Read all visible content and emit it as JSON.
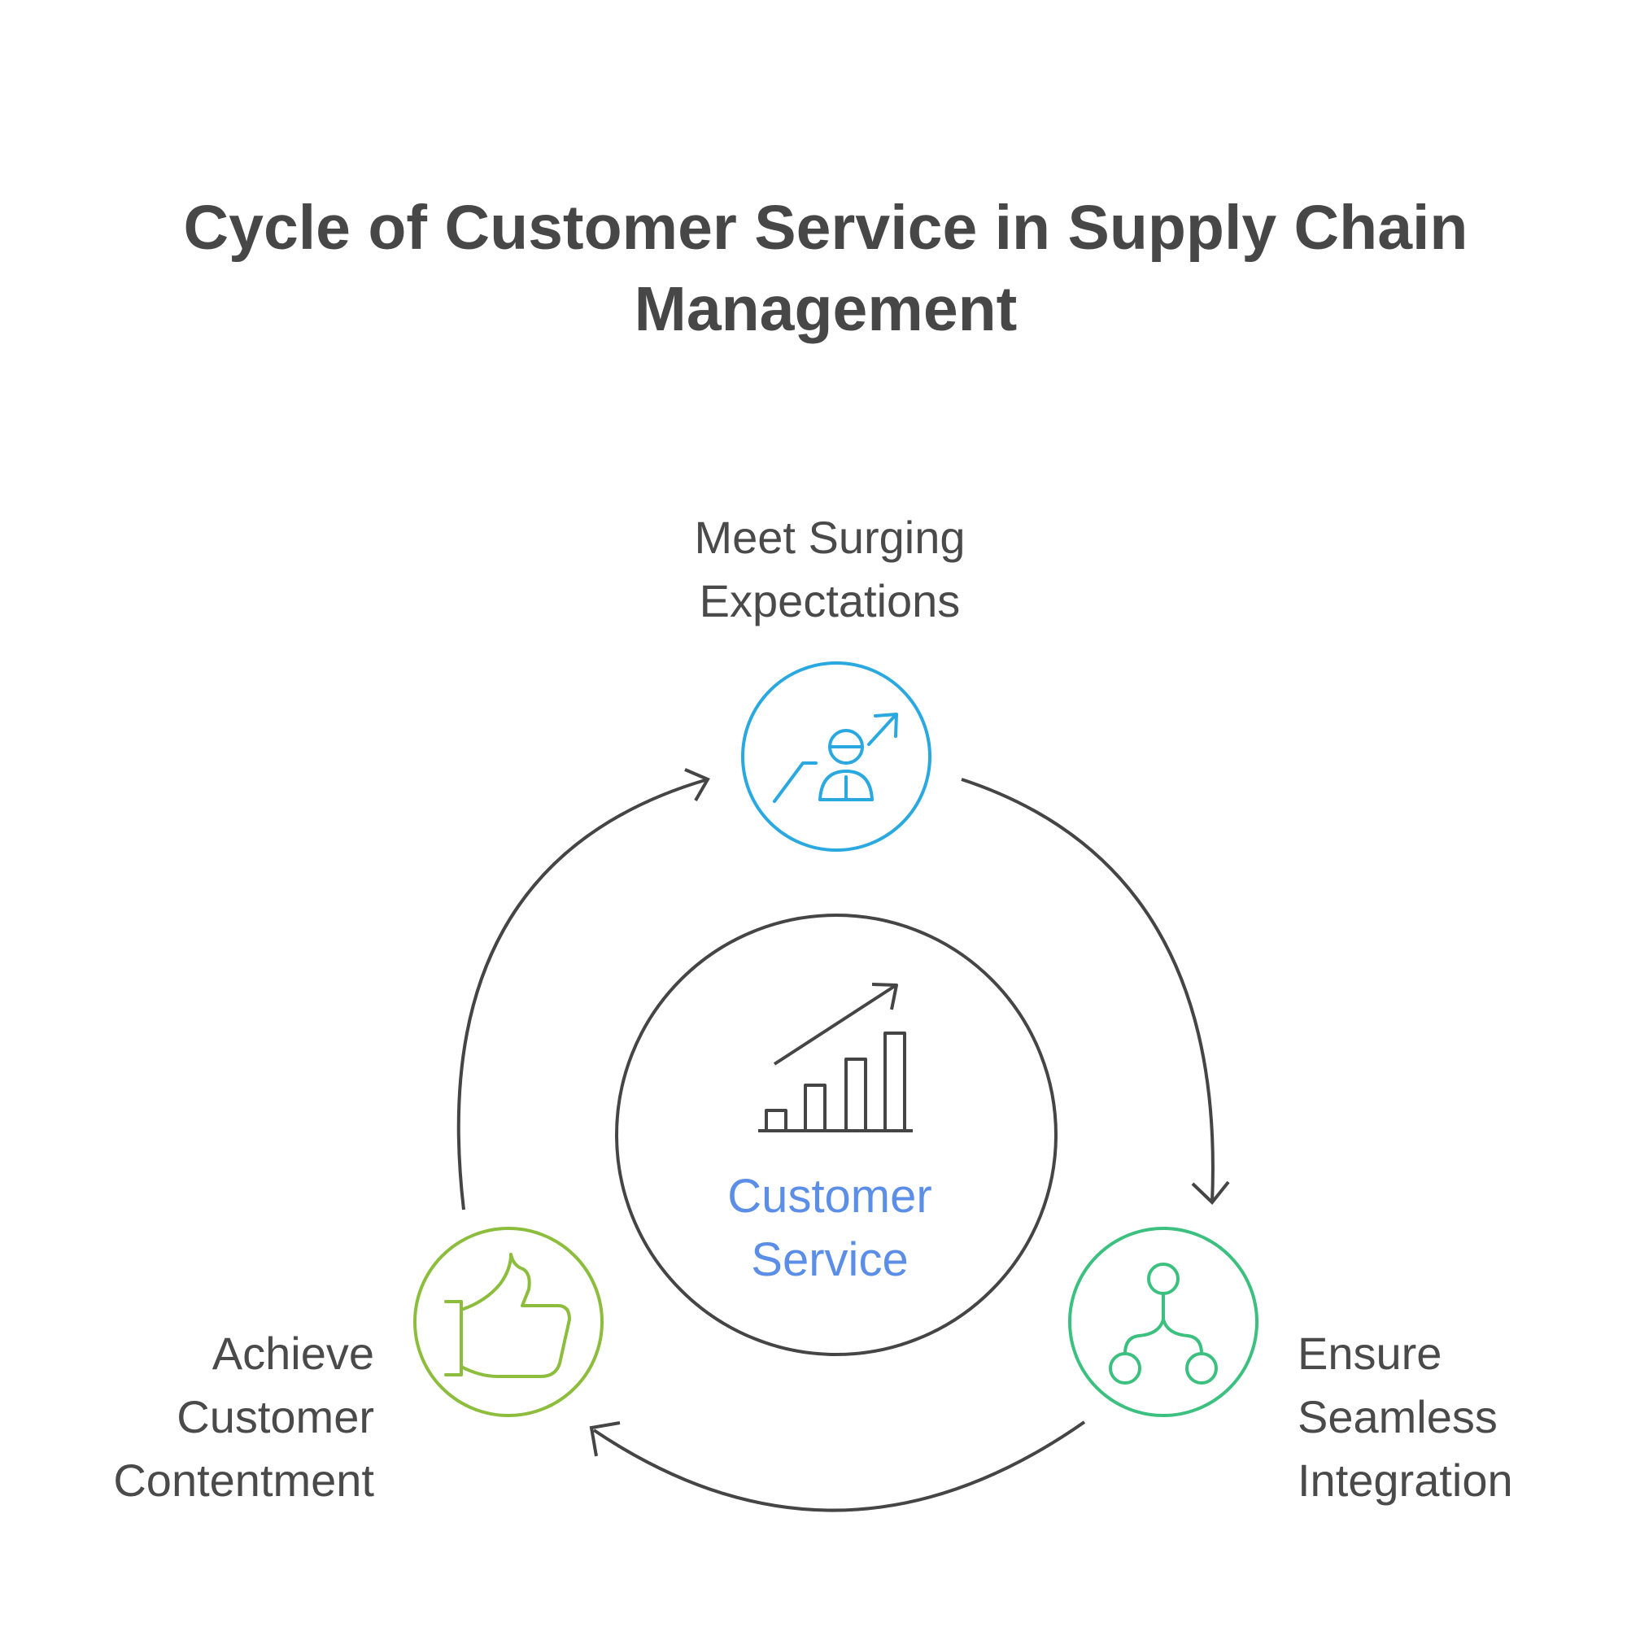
{
  "title": {
    "line1": "Cycle of Customer Service in Supply Chain",
    "line2": "Management"
  },
  "center": {
    "line1": "Customer",
    "line2": "Service",
    "icon": "bar-chart-growth-icon"
  },
  "steps": [
    {
      "line1": "Meet Surging",
      "line2": "Expectations",
      "icon": "person-growth-icon",
      "color": "#2aa8e0"
    },
    {
      "line1": "Ensure",
      "line2": "Seamless",
      "line3": "Integration",
      "icon": "network-nodes-icon",
      "color": "#3cc07f"
    },
    {
      "line1": "Achieve",
      "line2": "Customer",
      "line3": "Contentment",
      "icon": "thumbs-up-icon",
      "color": "#8cbd3c"
    }
  ],
  "colors": {
    "center_text": "#5b8ee6",
    "arrow": "#454545",
    "title": "#474747"
  }
}
